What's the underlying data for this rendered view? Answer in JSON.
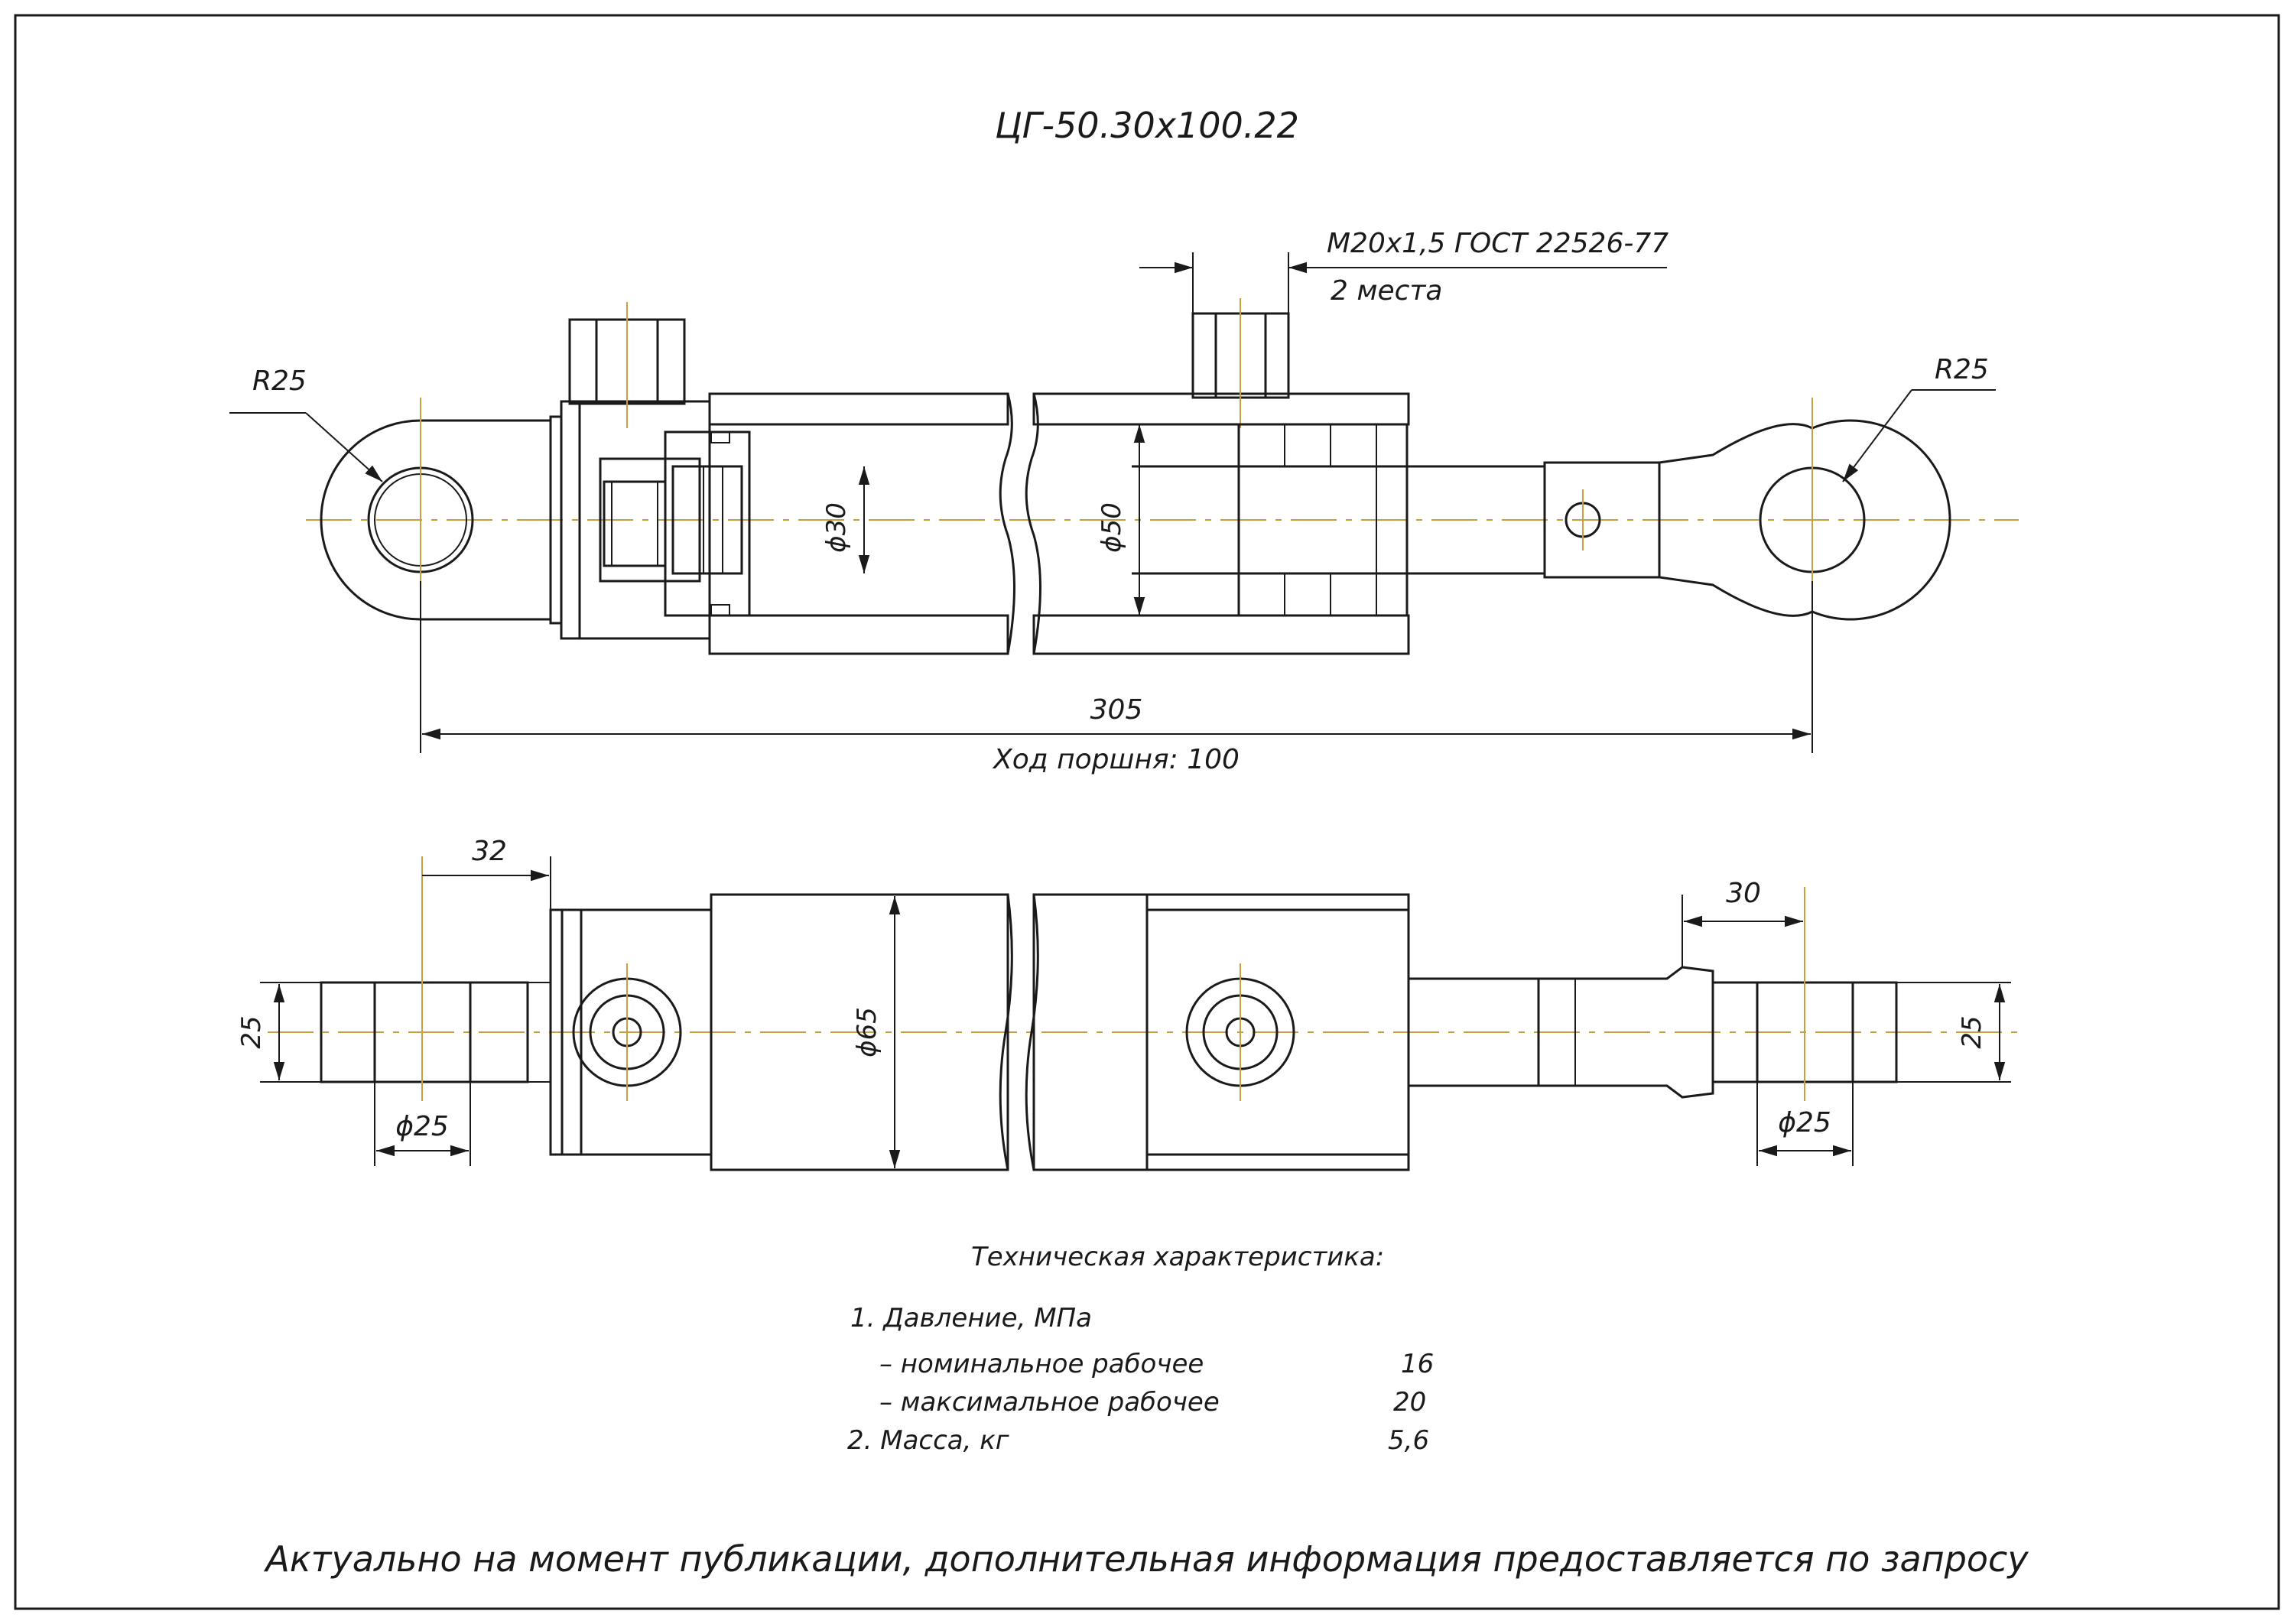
{
  "title": "ЦГ-50.30х100.22",
  "thread_note": {
    "line1": "М20х1,5 ГОСТ 22526-77",
    "line2": "2 места"
  },
  "dims": {
    "radius_left": "R25",
    "radius_right": "R25",
    "rod_dia": "ϕ30",
    "bore_dia": "ϕ50",
    "overall_length": "305",
    "stroke": "Ход поршня: 100",
    "left_eye_offset": "32",
    "right_eye_offset": "30",
    "outer_dia": "ϕ65",
    "eye_width_left": "25",
    "eye_width_right": "25",
    "pin_dia_left": "ϕ25",
    "pin_dia_right": "ϕ25"
  },
  "specs": {
    "heading": "Техническая характеристика:",
    "pressure_heading": "1. Давление, МПа",
    "rows": [
      {
        "label": "– номинальное рабочее",
        "value": "16"
      },
      {
        "label": "– максимальное рабочее",
        "value": "20"
      }
    ],
    "mass_label": "2. Масса, кг",
    "mass_value": "5,6"
  },
  "footer": "Актуально на момент публикации, дополнительная информация предоставляется по запросу",
  "colors": {
    "line": "#1a1a1a",
    "centerline": "#c8a040",
    "hatch": "#1a1a1a"
  }
}
